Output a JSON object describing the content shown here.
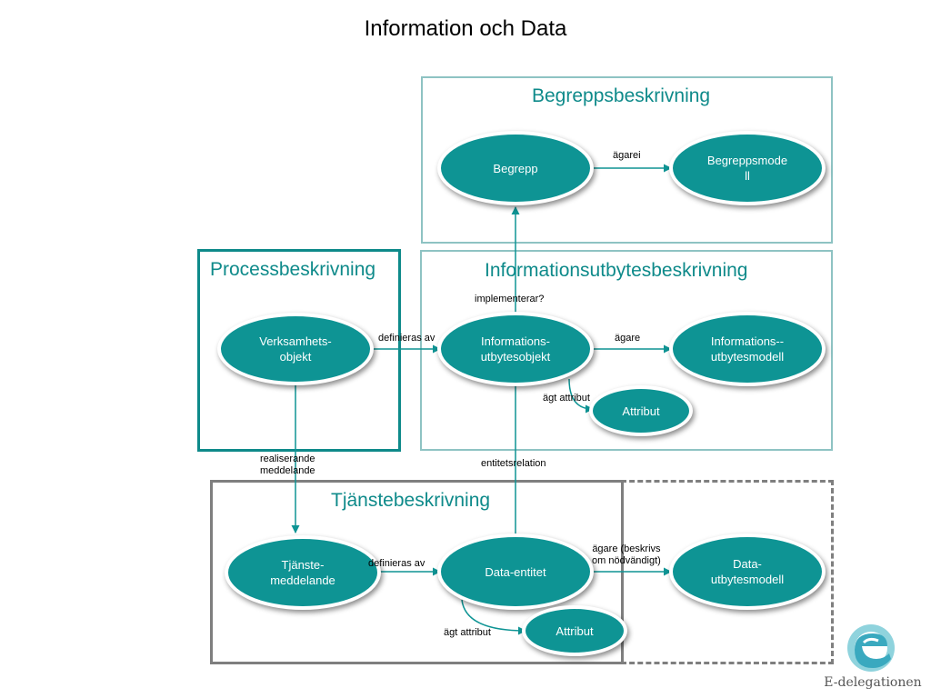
{
  "title": "Information och Data",
  "sections": {
    "begrepp": "Begreppsbeskrivning",
    "process": "Processbeskrivning",
    "informationsutbyte": "Informationsutbytesbeskrivning",
    "tjanste": "Tjänstebeskrivning"
  },
  "nodes": {
    "begrepp": "Begrepp",
    "begreppsmodell": "Begreppsmodell",
    "verksamhetsobjekt": "Verksamhets-\nobjekt",
    "informationsutbytesobjekt": "Informations-\nutbytesobjekt",
    "informationsutbytesmodell": "Informations--\nutbytesmodell",
    "attribut1": "Attribut",
    "tjanstemeddelande": "Tjänste-\nmeddelande",
    "dataentitet": "Data-entitet",
    "datautbytesmodell": "Data-\nutbytesmodell",
    "attribut2": "Attribut"
  },
  "edges": {
    "agarei": "ägarei",
    "implementerar": "implementerar?",
    "definieras_av_1": "definieras av",
    "agare_1": "ägare",
    "agt_attribut_1": "ägt attribut",
    "realiserande": "realiserande\nmeddelande",
    "entitetsrelation": "entitetsrelation",
    "definieras_av_2": "definieras av",
    "agare_2": "ägare (beskrivs\nom nödvändigt)",
    "agt_attribut_2": "ägt attribut"
  },
  "logo": {
    "text": "E-delegationen"
  },
  "colors": {
    "teal": "#0e9494",
    "teal_border": "#0e8a8a",
    "light_border": "#8ec3c3",
    "gray": "#7f7f7f"
  }
}
